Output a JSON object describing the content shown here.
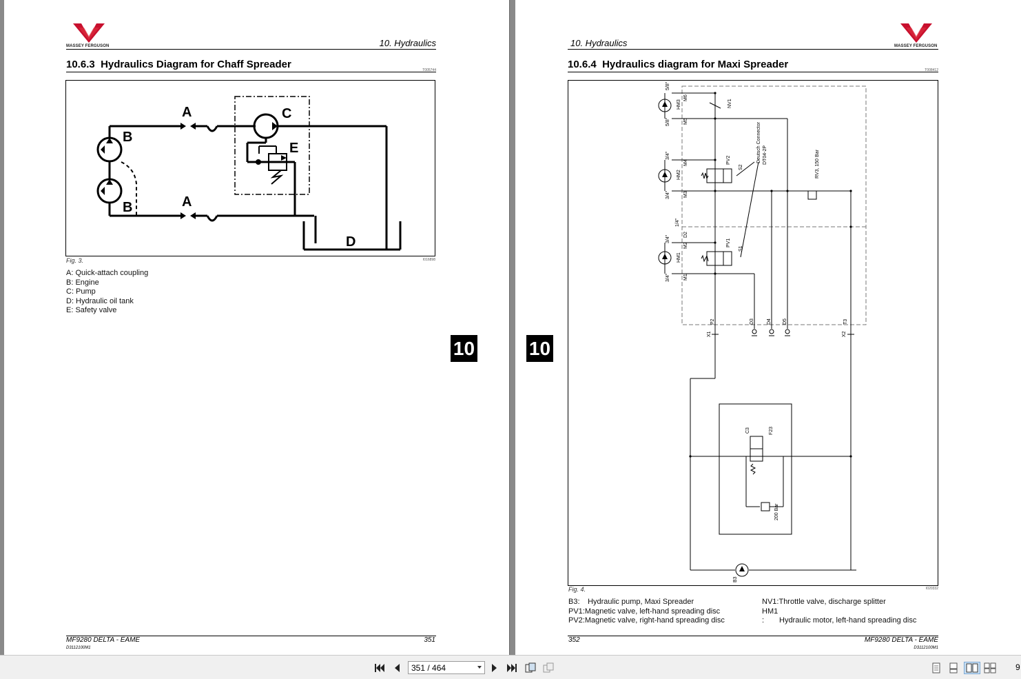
{
  "left_page": {
    "brand": "MASSEY FERGUSON",
    "chapter": "10. Hydraulics",
    "section_number": "10.6.3",
    "section_title": "Hydraulics Diagram for Chaff Spreader",
    "doc_code": "T005744",
    "figure_code": "I016898",
    "figure_caption": "Fig. 3.",
    "diagram_labels": {
      "a": "A",
      "b": "B",
      "c": "C",
      "d": "D",
      "e": "E"
    },
    "legend": [
      "A: Quick-attach coupling",
      "B: Engine",
      "C: Pump",
      "D: Hydraulic oil tank",
      "E: Safety valve"
    ],
    "tab": "10",
    "footer_model": "MF9280 DELTA - EAME",
    "footer_doc": "D3112100M1",
    "page_number": "351"
  },
  "right_page": {
    "brand": "MASSEY FERGUSON",
    "chapter": "10. Hydraulics",
    "section_number": "10.6.4",
    "section_title": "Hydraulics diagram for Maxi Spreader",
    "doc_code": "T008412",
    "figure_code": "I020332",
    "figure_caption": "Fig. 4.",
    "diagram_labels": {
      "hm3": "HM3",
      "hm2": "HM2",
      "hm1": "HM1",
      "nv1": "NV1",
      "pv2": "PV2",
      "pv1": "PV1",
      "s2": "S2",
      "s1": "S1",
      "connector": "Deutsch Connector",
      "connector_code": "DT04-2P",
      "rv": "RV3, 150 Bar",
      "m6": "M6",
      "m5": "M5",
      "m4": "M4",
      "m3": "M3",
      "m2": "M2",
      "m1": "M1",
      "d2": "D2",
      "p2": "P2",
      "d3": "D3",
      "d4": "D4",
      "d5": "D5",
      "t3": "T3",
      "x1": "X1",
      "x2": "X2",
      "s58a": "5/8\"",
      "s58b": "5/8\"",
      "s34a": "3/4\"",
      "s34b": "3/4\"",
      "s34c": "3/4\"",
      "s34d": "3/4\"",
      "s14": "1/4\"",
      "c3": "C3",
      "f23": "F23",
      "bar200": "200 Bar",
      "b3": "B3"
    },
    "legend_left": [
      {
        "key": "B3:",
        "text": "Hydraulic pump, Maxi Spreader"
      },
      {
        "key": "PV1:",
        "text": "Magnetic valve, left-hand spreading disc"
      },
      {
        "key": "PV2:",
        "text": "Magnetic valve, right-hand spreading disc"
      }
    ],
    "legend_right": [
      {
        "key": "NV1:",
        "text": "Throttle valve, discharge splitter"
      },
      {
        "key": "HM1",
        "text": ""
      },
      {
        "key": ":",
        "text": "Hydraulic motor, left-hand spreading disc"
      }
    ],
    "tab": "10",
    "footer_model": "MF9280 DELTA - EAME",
    "footer_doc": "D3112100M1",
    "page_number": "352"
  },
  "toolbar": {
    "page_indicator": "351 / 464",
    "zoom_partial": "9",
    "icons": [
      "first-page-icon",
      "prev-page-icon",
      "next-page-icon",
      "last-page-icon",
      "rotate-icon",
      "copy-icon",
      "single-page-icon",
      "continuous-icon",
      "two-page-icon",
      "two-page-continuous-icon"
    ]
  }
}
